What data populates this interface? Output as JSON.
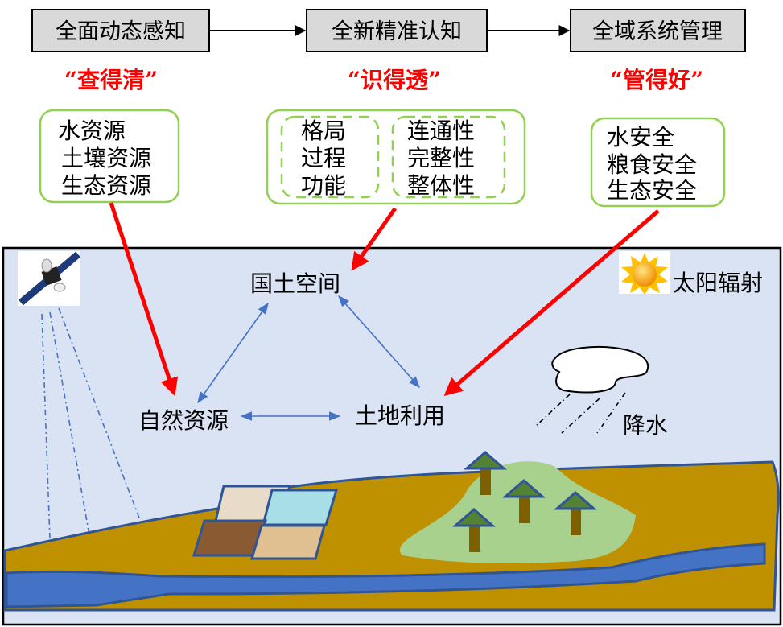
{
  "stages": [
    {
      "title": "全面动态感知",
      "slogan": "“查得清”",
      "items": [
        "水资源",
        "土壤资源",
        "生态资源"
      ]
    },
    {
      "title": "全新精准认知",
      "slogan": "“识得透”",
      "items_left": [
        "格局",
        "过程",
        "功能"
      ],
      "items_right": [
        "连通性",
        "完整性",
        "整体性"
      ]
    },
    {
      "title": "全域系统管理",
      "slogan": "“管得好”",
      "items": [
        "水安全",
        "粮食安全",
        "生态安全"
      ]
    }
  ],
  "scene": {
    "territory": "国土空间",
    "natural_resources": "自然资源",
    "land_use": "土地利用",
    "solar_radiation": "太阳辐射",
    "precipitation": "降水"
  },
  "colors": {
    "red": "#ff0000",
    "sky": "#dae3f3",
    "ground": "#bf9000",
    "water": "#4472c4",
    "outline": "#2f5597",
    "hill": "#a9d18e",
    "tree": "#548235",
    "trunk": "#7f6000",
    "box_green": "#92d050"
  }
}
